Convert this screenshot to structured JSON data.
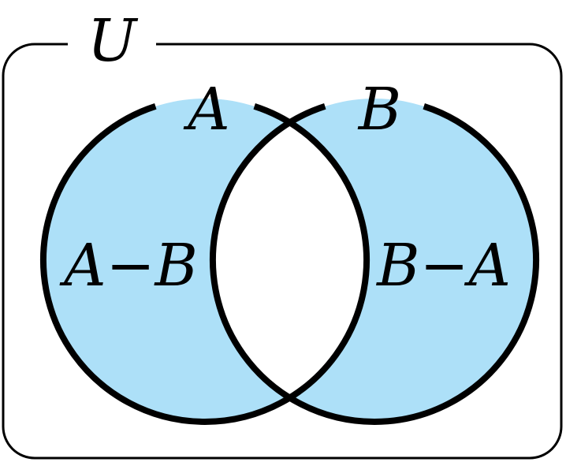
{
  "universe_label": "U",
  "set_a_label": "A",
  "set_b_label": "B",
  "region_a_minus_b_label": "A−B",
  "region_b_minus_a_label": "B−A",
  "colors": {
    "shaded_fill": "#ade0f8",
    "outline": "#000000",
    "background": "#ffffff"
  }
}
